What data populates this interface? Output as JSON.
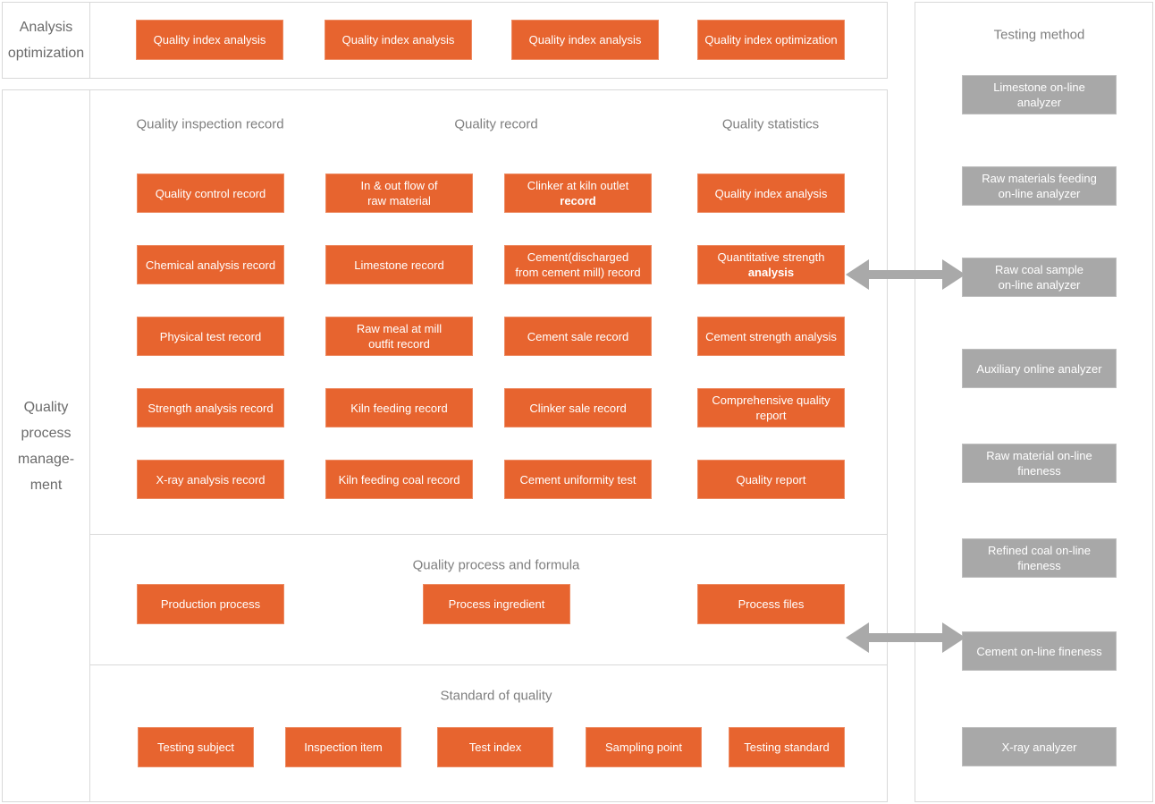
{
  "colors": {
    "accent_orange": "#e7642f",
    "gray_box": "#a8a8a8",
    "panel_border": "#d9d9d9",
    "heading_text": "#7f7f7f",
    "side_label_text": "#6b6b6b",
    "button_text": "#ffffff",
    "arrow": "#a9a9a9"
  },
  "top_section": {
    "label_lines": [
      "Analysis",
      "optimization"
    ],
    "buttons": [
      {
        "label": "Quality index analysis"
      },
      {
        "label": "Quality index analysis"
      },
      {
        "label": "Quality index analysis"
      },
      {
        "label": "Quality index optimization"
      }
    ]
  },
  "main_section": {
    "label_lines": [
      "Quality",
      "process",
      "manage-",
      "ment"
    ],
    "records": {
      "headers": [
        "Quality inspection record",
        "Quality record",
        "Quality statistics"
      ],
      "rows": [
        [
          {
            "label": "Quality control record"
          },
          {
            "label": "In & out flow of\nraw material"
          },
          {
            "label": "Clinker at kiln outlet\nrecord",
            "bold_line2": true
          },
          {
            "label": "Quality index analysis"
          }
        ],
        [
          {
            "label": "Chemical analysis record"
          },
          {
            "label": "Limestone record"
          },
          {
            "label": "Cement(discharged\nfrom cement mill) record"
          },
          {
            "label": "Quantitative strength\nanalysis",
            "bold_line2": true
          }
        ],
        [
          {
            "label": "Physical test record"
          },
          {
            "label": "Raw meal at mill\noutfit record"
          },
          {
            "label": "Cement sale record"
          },
          {
            "label": "Cement strength analysis"
          }
        ],
        [
          {
            "label": "Strength analysis record"
          },
          {
            "label": "Kiln feeding record"
          },
          {
            "label": "Clinker sale record"
          },
          {
            "label": "Comprehensive quality\nreport"
          }
        ],
        [
          {
            "label": "X-ray analysis record"
          },
          {
            "label": "Kiln feeding coal record"
          },
          {
            "label": "Cement uniformity test"
          },
          {
            "label": "Quality report"
          }
        ]
      ]
    },
    "process_formula": {
      "title": "Quality process and formula",
      "buttons": [
        {
          "label": "Production process"
        },
        {
          "label": "Process ingredient"
        },
        {
          "label": "Process files"
        }
      ]
    },
    "standard": {
      "title": "Standard of quality",
      "buttons": [
        {
          "label": "Testing subject"
        },
        {
          "label": "Inspection item"
        },
        {
          "label": "Test index"
        },
        {
          "label": "Sampling point"
        },
        {
          "label": "Testing standard"
        }
      ]
    }
  },
  "testing_method": {
    "title": "Testing method",
    "boxes": [
      {
        "label": "Limestone  on-line\nanalyzer"
      },
      {
        "label": "Raw materials feeding\non-line analyzer"
      },
      {
        "label": "Raw coal sample\non-line analyzer"
      },
      {
        "label": "Auxiliary online analyzer"
      },
      {
        "label": "Raw material on-line\nfineness"
      },
      {
        "label": "Refined coal on-line\nfineness"
      },
      {
        "label": "Cement on-line fineness"
      },
      {
        "label": "X-ray analyzer"
      }
    ]
  },
  "arrows": [
    {
      "from": "Quantitative strength analysis",
      "to": "Raw coal sample on-line analyzer"
    },
    {
      "from": "Process files",
      "to": "Cement on-line fineness"
    }
  ]
}
